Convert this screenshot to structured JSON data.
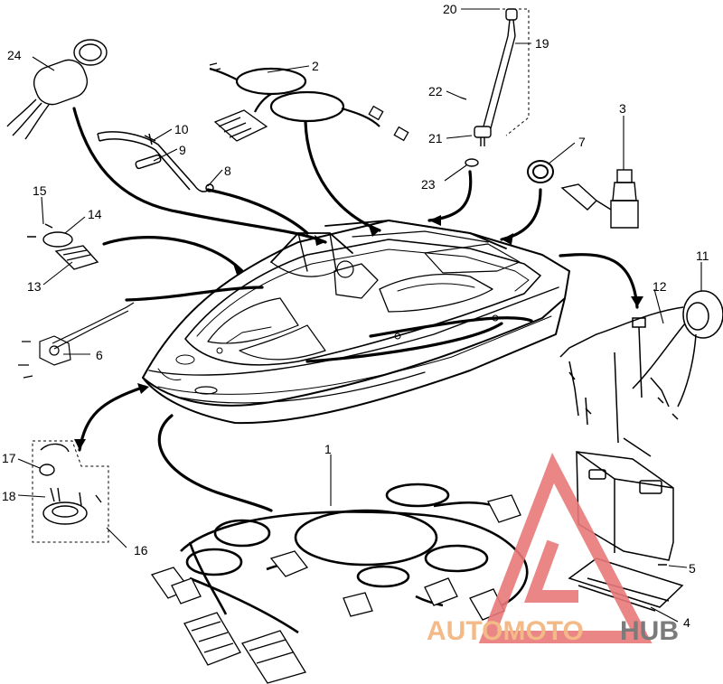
{
  "callouts": [
    "1",
    "2",
    "3",
    "4",
    "5",
    "6",
    "7",
    "8",
    "9",
    "10",
    "11",
    "12",
    "13",
    "14",
    "15",
    "16",
    "17",
    "18",
    "19",
    "20",
    "21",
    "22",
    "23",
    "24"
  ],
  "watermark": {
    "brand": "AUTOMOTOHUB",
    "part_a": "AUTOMOTO",
    "part_b": "HUB",
    "color_a": "#f2b27a",
    "color_b": "#6d6d6d",
    "logo_color": "#e8797a"
  }
}
